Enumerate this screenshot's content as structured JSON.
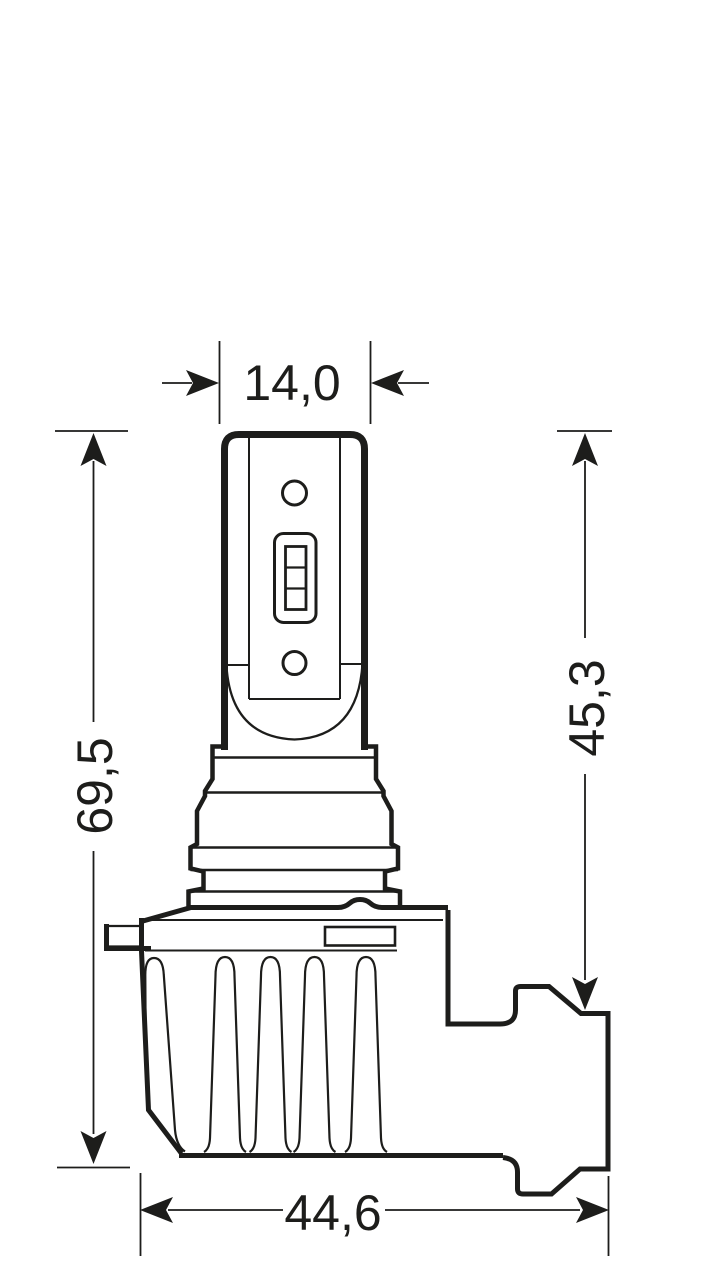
{
  "drawing": {
    "type": "technical-dimension-drawing",
    "dimensions": {
      "top_width": "14,0",
      "overall_height": "69,5",
      "right_height": "45,3",
      "bottom_width": "44,6"
    },
    "colors": {
      "line": "#1d1d1b",
      "background": "#ffffff"
    }
  }
}
